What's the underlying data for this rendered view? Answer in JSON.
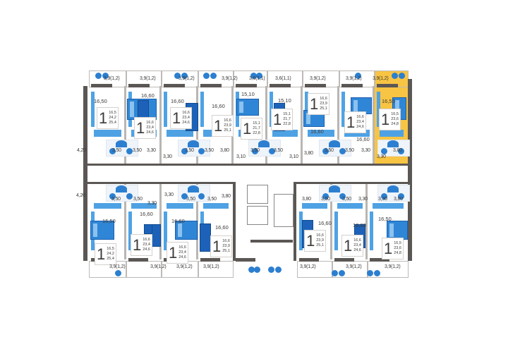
{
  "highlight_color": "#f8c443",
  "furniture_color": "#2f86d6",
  "wall_color": "#5b5754",
  "top_units": [
    {
      "rooms": "1",
      "areas": [
        "16,5",
        "24,2",
        "25,4"
      ],
      "room_area": "16,50",
      "balcony": "3,9(1,2)"
    },
    {
      "rooms": "1",
      "areas": [
        "16,6",
        "23,4",
        "24,6"
      ],
      "room_area": "16,60",
      "balcony": "3,9(1,2)"
    },
    {
      "rooms": "1",
      "areas": [
        "16,6",
        "23,4",
        "24,6"
      ],
      "room_area": "16,60",
      "balcony": "3,9(1,2)"
    },
    {
      "rooms": "1",
      "areas": [
        "16,6",
        "23,9",
        "25,1"
      ],
      "room_area": "16,60",
      "balcony": "3,9(1,2)"
    },
    {
      "rooms": "1",
      "areas": [
        "15,1",
        "21,7",
        "22,8"
      ],
      "room_area": "15,10",
      "balcony": "3,6(1,1)"
    },
    {
      "rooms": "1",
      "areas": [
        "15,1",
        "21,7",
        "22,8"
      ],
      "room_area": "15,10",
      "balcony": "3,6(1,1)"
    },
    {
      "rooms": "1",
      "areas": [
        "16,6",
        "23,9",
        "25,1"
      ],
      "room_area": "16,60",
      "balcony": "3,9(1,2)"
    },
    {
      "rooms": "1",
      "areas": [
        "16,6",
        "23,4",
        "24,6"
      ],
      "room_area": "16,60",
      "balcony": "3,9(1,2)"
    },
    {
      "rooms": "1",
      "areas": [
        "16,5",
        "23,6",
        "24,8"
      ],
      "room_area": "16,50",
      "balcony": "3,9(1,2)",
      "highlighted": true
    }
  ],
  "bottom_units": [
    {
      "rooms": "1",
      "areas": [
        "16,5",
        "24,2",
        "25,4"
      ],
      "room_area": "16,50",
      "balcony": "3,9(1,2)"
    },
    {
      "rooms": "1",
      "areas": [
        "16,6",
        "23,4",
        "24,6"
      ],
      "room_area": "16,60",
      "balcony": "3,9(1,2)"
    },
    {
      "rooms": "1",
      "areas": [
        "16,6",
        "23,4",
        "24,6"
      ],
      "room_area": "16,60",
      "balcony": "3,9(1,2)"
    },
    {
      "rooms": "1",
      "areas": [
        "16,6",
        "23,9",
        "25,1"
      ],
      "room_area": "16,60",
      "balcony": "3,9(1,2)"
    },
    {
      "rooms": "1",
      "areas": [
        "16,6",
        "23,9",
        "25,1"
      ],
      "room_area": "16,60",
      "balcony": "3,9(1,2)"
    },
    {
      "rooms": "1",
      "areas": [
        "16,6",
        "23,4",
        "24,6"
      ],
      "room_area": "16,60",
      "balcony": "3,9(1,2)"
    },
    {
      "rooms": "1",
      "areas": [
        "16,5",
        "23,6",
        "24,8"
      ],
      "room_area": "16,50",
      "balcony": "3,9(1,2)"
    }
  ],
  "top_small_labels": [
    "4,20",
    "3,50",
    "3,50",
    "3,30",
    "3,30",
    "3,50",
    "3,50",
    "3,80",
    "3,10",
    "3,50",
    "3,50",
    "3,10",
    "3,80",
    "3,50",
    "3,50",
    "3,30",
    "3,30",
    "3,80"
  ],
  "bottom_small_labels": [
    "4,20",
    "3,50",
    "3,50",
    "3,30",
    "3,30",
    "3,50",
    "3,50",
    "3,80",
    "3,80",
    "3,50",
    "3,50",
    "3,30",
    "3,30",
    "3,80"
  ]
}
